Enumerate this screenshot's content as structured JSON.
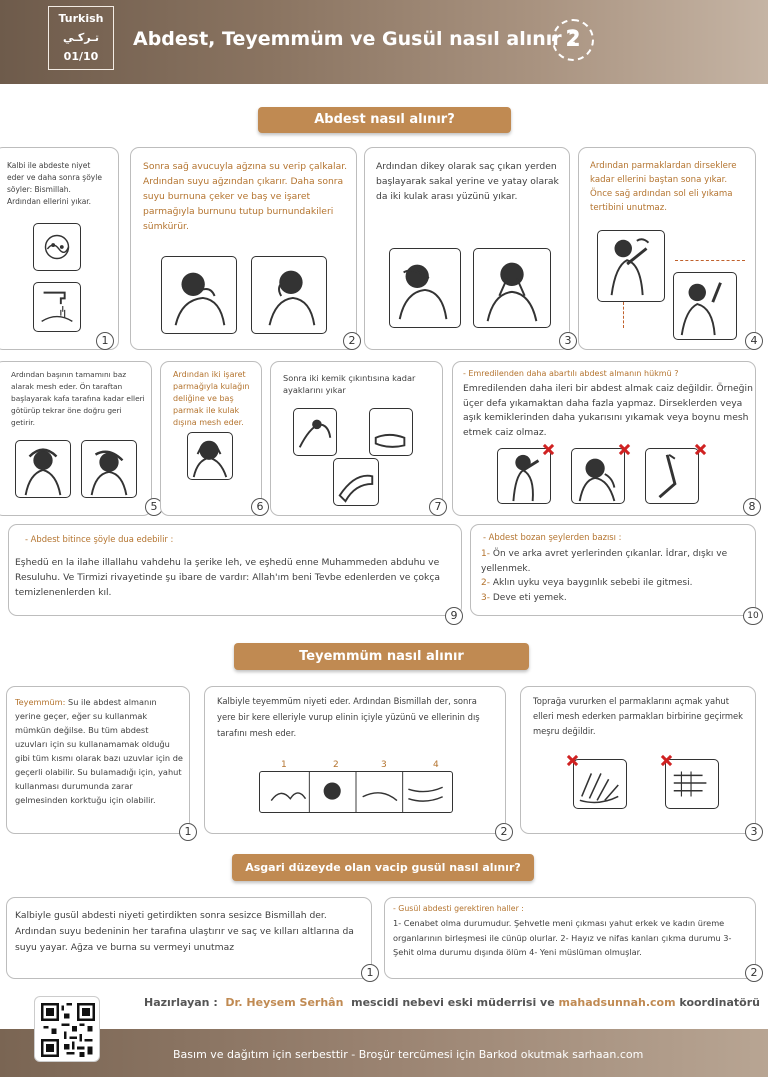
{
  "header": {
    "lang_tr": "Turkish",
    "lang_ar": "تـركـي",
    "page_index": "01/10",
    "title": "Abdest, Teyemmüm ve Gusül nasıl alınır ?",
    "number": "2"
  },
  "sections": {
    "abdest": "Abdest nasıl alınır?",
    "teyemmum": "Teyemmüm nasıl alınır",
    "gusul": "Asgari düzeyde olan vacip gusül nasıl alınır?"
  },
  "abdest_cards": [
    {
      "num": "1",
      "text": "Kalbi ile abdeste niyet eder ve daha sonra şöyle söyler: Bismillah. Ardından ellerini yıkar."
    },
    {
      "num": "2",
      "text": "Sonra sağ avucuyla ağzına su verip çalkalar. Ardından suyu ağzından çıkarır. Daha sonra suyu burnuna çeker ve baş ve işaret parmağıyla burnunu tutup burnundakileri sümkürür."
    },
    {
      "num": "3",
      "text": "Ardından dikey olarak saç çıkan yerden başlayarak sakal yerine ve yatay olarak da iki kulak arası yüzünü yıkar."
    },
    {
      "num": "4",
      "text": "Ardından parmaklardan dirseklere kadar ellerini baştan sona yıkar. Önce sağ ardından sol eli yıkama tertibini unutmaz."
    },
    {
      "num": "5",
      "text": "Ardından başının tamamını baz alarak mesh eder. Ön taraftan başlayarak kafa tarafına kadar elleri götürüp tekrar öne doğru geri getirir."
    },
    {
      "num": "6",
      "text": "Ardından iki işaret parmağıyla kulağın deliğine ve baş parmak ile kulak dışına mesh eder."
    },
    {
      "num": "7",
      "text": "Sonra iki kemik çıkıntısına kadar ayaklarını yıkar"
    },
    {
      "num": "8",
      "title": "- Emredilenden daha abartılı abdest almanın hükmü ?",
      "text": "Emredilenden daha ileri bir abdest almak caiz değildir. Örneğin üçer defa yıkamaktan daha fazla yapmaz. Dirseklerden veya aşık kemiklerinden daha yukarısını yıkamak veya boynu mesh etmek caiz olmaz."
    },
    {
      "num": "9",
      "title": "- Abdest bitince şöyle dua edebilir :",
      "text": "Eşhedü en la ilahe illallahu vahdehu la şerike leh, ve eşhedü enne Muhammeden abduhu ve Resuluhu. Ve Tirmizi rivayetinde şu ibare de vardır: Allah'ım beni Tevbe edenlerden ve çokça temizlenenlerden kıl."
    },
    {
      "num": "10",
      "title": "- Abdest bozan şeylerden bazısı :",
      "items": [
        {
          "n": "1-",
          "t": "Ön ve arka avret yerlerinden çıkanlar. İdrar, dışkı ve yellenmek."
        },
        {
          "n": "2-",
          "t": "Aklın uyku veya baygınlık sebebi ile gitmesi."
        },
        {
          "n": "3-",
          "t": "Deve eti yemek."
        }
      ]
    }
  ],
  "teyemmum_cards": [
    {
      "num": "1",
      "lead": "Teyemmüm:",
      "text": "Su ile abdest almanın yerine geçer, eğer su kullanmak mümkün değilse. Bu tüm abdest uzuvları için su kullanamamak olduğu gibi tüm kısmı olarak bazı uzuvlar için de geçerli olabilir. Su bulamadığı için, yahut kullanması durumunda zarar gelmesinden korktuğu için olabilir."
    },
    {
      "num": "2",
      "text": "Kalbiyle teyemmüm niyeti eder. Ardından Bismillah der, sonra yere bir kere elleriyle vurup elinin içiyle yüzünü ve ellerinin dış tarafını mesh eder.",
      "steps": [
        "1",
        "2",
        "3",
        "4"
      ]
    },
    {
      "num": "3",
      "text": "Toprağa vururken el parmaklarını açmak yahut elleri mesh ederken parmakları birbirine geçirmek meşru değildir."
    }
  ],
  "gusul_cards": [
    {
      "num": "1",
      "text": "Kalbiyle gusül abdesti niyeti getirdikten sonra sesizce Bismillah der. Ardından suyu bedeninin her tarafına ulaştırır ve saç ve kılları altlarına da suyu yayar. Ağza ve burna su vermeyi unutmaz"
    },
    {
      "num": "2",
      "title": "- Gusül abdesti gerektiren haller :",
      "text": "1- Cenabet olma durumudur. Şehvetle meni çıkması yahut erkek ve kadın üreme organlarının birleşmesi ile cünüp olurlar. 2- Hayız ve nifas kanları çıkma durumu 3- Şehit olma durumu dışında ölüm 4- Yeni müslüman olmuşlar."
    }
  ],
  "credit": {
    "prefix": "Hazırlayan :",
    "author": "Dr. Heysem Serhân",
    "middle": "mescidi nebevi eski müderrisi ve",
    "site": "mahadsunnah.com",
    "suffix": "koordinatörü"
  },
  "footer": "Basım ve dağıtım için serbesttir - Broşür tercümesi için Barkod okutmak  sarhaan.com",
  "colors": {
    "accent": "#c08a52",
    "header": "#8a7461",
    "x_mark": "#d02222"
  }
}
